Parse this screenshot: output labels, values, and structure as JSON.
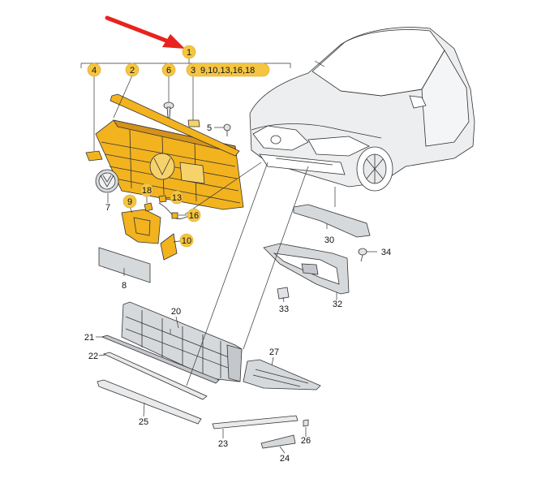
{
  "colors": {
    "highlight": "#f2b31f",
    "bubble": "#f5c542",
    "arrow": "#e8231d",
    "outline": "#333333",
    "gray_part": "#d6d9dc"
  },
  "labels": {
    "l1": "1",
    "l4": "4",
    "l2": "2",
    "l6": "6",
    "l3": "3",
    "l3ext": "9,10,13,16,18",
    "l5": "5",
    "l7": "7",
    "l18": "18",
    "l13": "13",
    "l9": "9",
    "l16": "16",
    "l10": "10",
    "l8": "8",
    "l30": "30",
    "l34": "34",
    "l33": "33",
    "l32": "32",
    "l20": "20",
    "l21": "21",
    "l22": "22",
    "l27": "27",
    "l25": "25",
    "l23": "23",
    "l26": "26",
    "l24": "24"
  }
}
